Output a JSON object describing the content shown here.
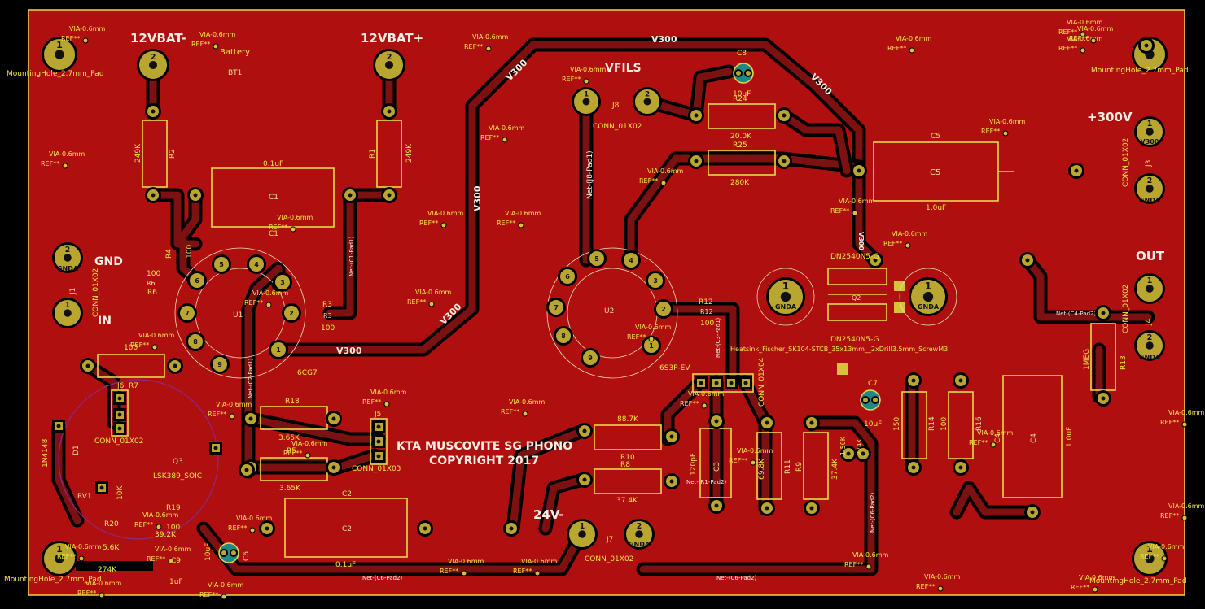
{
  "board": {
    "title_line1": "KTA MUSCOVITE SG PHONO",
    "title_line2": "COPYRIGHT 2017",
    "colors": {
      "copper": "#b00f0f",
      "silk": "#f2e64a",
      "pad": "#b9a630",
      "edge": "#e8d84a",
      "background": "#000000"
    }
  },
  "labels": {
    "bat_minus": "12VBAT-",
    "bat_plus": "12VBAT+",
    "battery": "Battery",
    "bt1": "BT1",
    "vfils": "VFILS",
    "plus300": "+300V",
    "out": "OUT",
    "gnd": "GND",
    "in": "IN",
    "v24": "24V-",
    "v300": "V300",
    "v300b": "V300",
    "v300c": "V300",
    "v300d": "V300",
    "v300e": "V300",
    "v300f": "V300",
    "v300g": "V300",
    "v300pad": "V300",
    "tube1": "6CG7",
    "tube2": "6S3P-EV",
    "u1": "U1",
    "u2": "U2",
    "q2": "Q2",
    "q3": "Q3",
    "d1": "D1",
    "d1n": "1N4148",
    "lsk": "LSK389_SOIC",
    "rv1": "RV1",
    "dn_top": "DN2540N5-G",
    "dn_bot": "DN2540N5-G",
    "heatsink": "Heatsink_Fischer_SK104-STCB_35x13mm__2xDrill3.5mm_ScrewM3"
  },
  "mounting": {
    "mh1": "MountingHole_2.7mm_Pad",
    "mh2": "MountingHole_2.7mm_Pad",
    "mh3": "MountingHole_2.7mm_Pad",
    "mh4": "MountingHole_2.7mm_Pad"
  },
  "refs": {
    "ref": "REF**",
    "via": "VIA-0.6mm"
  },
  "components": {
    "r1": "R1",
    "r1v": "249K",
    "r2": "R2",
    "r2v": "249K",
    "r3": "R3",
    "r3v": "100",
    "r4": "R4",
    "r4v": "100",
    "r5": "R5",
    "r5v": "3.65K",
    "r6": "R6",
    "r6v": "100",
    "r7": "R7",
    "r7v": "100",
    "r8": "R8",
    "r8v": "37.4K",
    "r9": "R9",
    "r9v": "37.4K",
    "r10": "R10",
    "r10v": "88.7K",
    "r11": "R11",
    "r11v": "69.8K",
    "r12": "R12",
    "r12v": "100",
    "r13": "R13",
    "r13v": "1MEG",
    "r14": "R14",
    "r14v": "150",
    "r16": "R16",
    "r16v": "100",
    "r18": "R18",
    "r18v": "3.65K",
    "r19": "R19",
    "r19v": "100",
    "r20": "R20",
    "r20v": "39.2K",
    "r24": "R24",
    "r24v": "20.0K",
    "r25": "R25",
    "r25v": "280K",
    "c1": "C1",
    "c1v": "0.1uF",
    "c2": "C2",
    "c2v": "0.1uF",
    "c3": "C3",
    "c3v": "120pF",
    "c4": "C4",
    "c4v": "1.0uF",
    "c5": "C5",
    "c5v": "1.0uF",
    "c6": "C6",
    "c6v": "10uF",
    "c7": "C7",
    "c7v": "10uF",
    "c8": "C8",
    "c8v": "10uF",
    "c9": "C9",
    "c9v": "1uF",
    "j1": "J1",
    "j3": "J3",
    "j4": "J4",
    "j5": "J5",
    "j6": "J6",
    "j7": "J7",
    "j8": "J8",
    "conn2": "CONN_01X02",
    "conn3": "CONN_01X03",
    "conn4": "CONN_01X04",
    "v150k": "1.50K",
    "v274k": "274K",
    "v56k": "5.6K",
    "v10k": "10K"
  },
  "nets": {
    "c1pad1": "Net-(C1-Pad1)",
    "c2pad1": "Net-(C2-Pad1)",
    "j8pad1": "Net-(J8-Pad1)",
    "c3pad1": "Net-(C3-Pad1)",
    "c4pad2": "Net-(C4-Pad2)",
    "c6pad2": "Net-(C6-Pad2)",
    "c6pad2b": "Net-(C6-Pad2)",
    "r1pad2": "Net-(R1-Pad2)",
    "c6pad2c": "Net-(C6-Pad2)"
  },
  "pins": {
    "p1": "1",
    "p2": "2",
    "p3": "3",
    "p4": "4",
    "p5": "5",
    "p6": "6",
    "p7": "7",
    "p8": "8",
    "p9": "9",
    "gnda": "GNDA",
    "v300": "V300"
  }
}
